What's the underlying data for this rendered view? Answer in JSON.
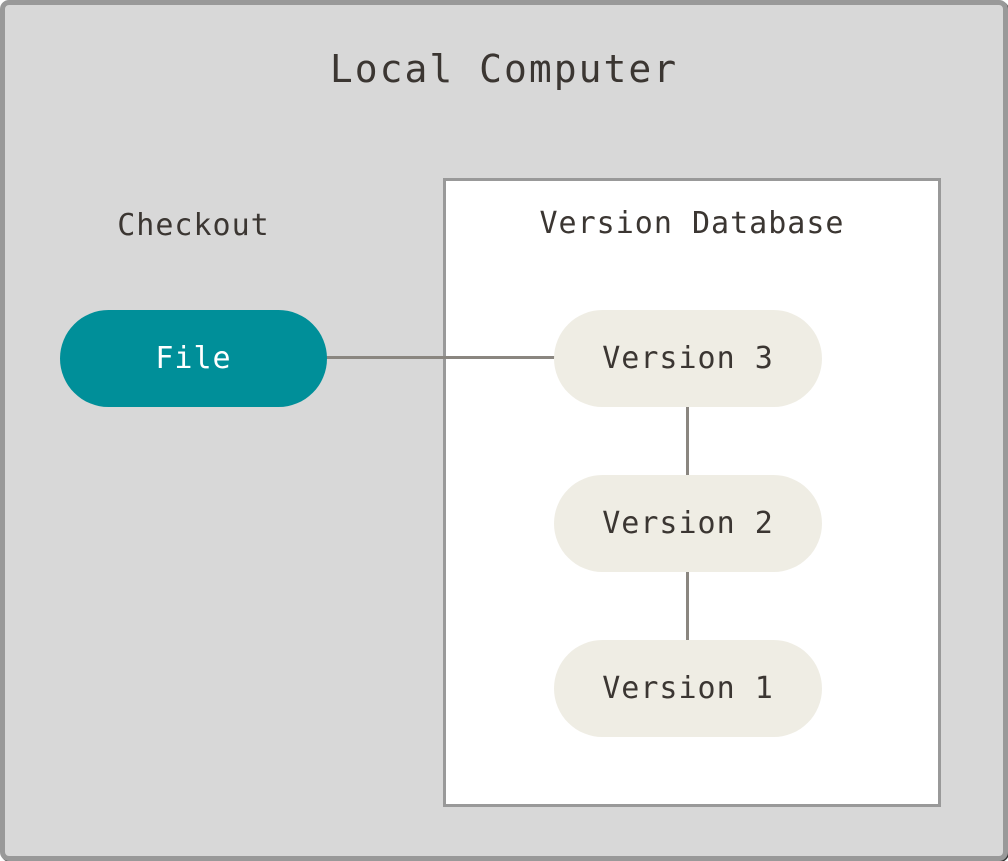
{
  "frame": {
    "title": "Local Computer"
  },
  "checkout": {
    "label": "Checkout"
  },
  "file_node": {
    "label": "File"
  },
  "version_database": {
    "title": "Version Database",
    "versions": [
      {
        "label": "Version 3"
      },
      {
        "label": "Version 2"
      },
      {
        "label": "Version 1"
      }
    ]
  },
  "connectors": [
    {
      "from": "File",
      "to": "Version 3",
      "orientation": "horizontal"
    },
    {
      "from": "Version 3",
      "to": "Version 2",
      "orientation": "vertical"
    },
    {
      "from": "Version 2",
      "to": "Version 1",
      "orientation": "vertical"
    }
  ],
  "colors": {
    "page_background": "#d8d8d8",
    "frame_border": "#999999",
    "box_background": "#ffffff",
    "box_border": "#999999",
    "file_pill_fill": "#008f99",
    "file_pill_text": "#ffffff",
    "version_pill_fill": "#efede4",
    "text": "#3b3632",
    "connector": "#8a8680"
  }
}
